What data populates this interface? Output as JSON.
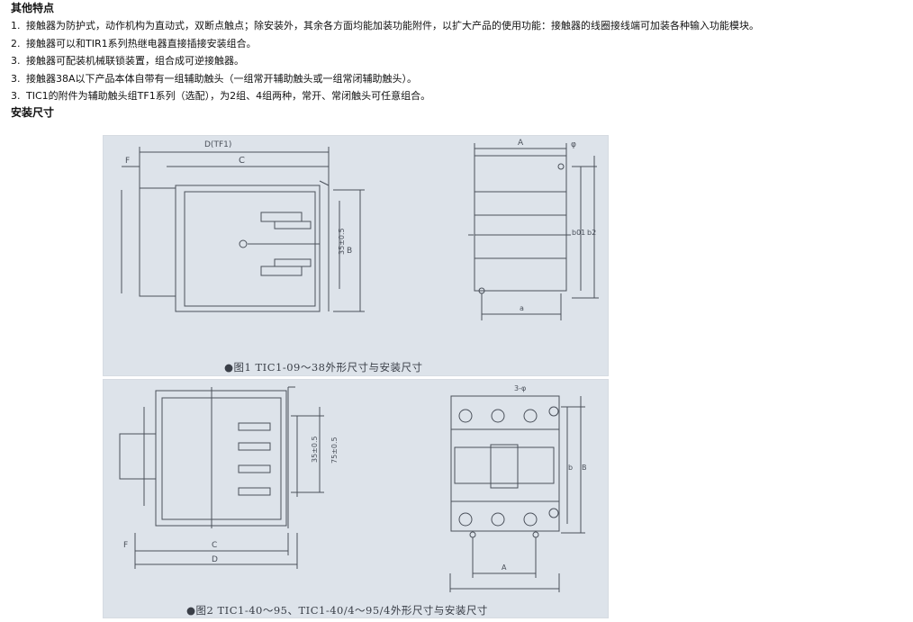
{
  "sections": {
    "features_title": "其他特点",
    "dimensions_title": "安装尺寸"
  },
  "features": [
    {
      "num": "1.",
      "text": "接触器为防护式，动作机构为直动式，双断点触点；除安装外，其余各方面均能加装功能附件，以扩大产品的使用功能：接触器的线圈接线端可加装各种输入功能模块。"
    },
    {
      "num": "2.",
      "text": "接触器可以和TIR1系列热继电器直接插接安装组合。"
    },
    {
      "num": "3.",
      "text": "接触器可配装机械联锁装置，组合成可逆接触器。"
    },
    {
      "num": "3.",
      "text": "接触器38A以下产品本体自带有一组辅助触头（一组常开辅助触头或一组常闭辅助触头）。"
    },
    {
      "num": "3.",
      "text": "TIC1的附件为辅助触头组TF1系列（选配），为2组、4组两种，常开、常闭触头可任意组合。"
    }
  ],
  "figure1": {
    "caption": "●图1  TIC1-09～38外形尺寸与安装尺寸",
    "labels": {
      "d": "D(TF1)",
      "c": "C",
      "f": "F",
      "b": "B",
      "ab": "35±0.5",
      "a": "A",
      "phi": "φ",
      "h1": "b01",
      "h2": "b2",
      "a2": "a"
    }
  },
  "figure2": {
    "caption": "●图2  TIC1-40～95、TIC1-40/4～95/4外形尺寸与安装尺寸",
    "labels": {
      "c": "C",
      "d": "D",
      "f": "F",
      "ab": "35±0.5",
      "ab2": "75±0.5",
      "a": "A",
      "b": "b",
      "b2": "B",
      "phi": "3-φ"
    }
  }
}
